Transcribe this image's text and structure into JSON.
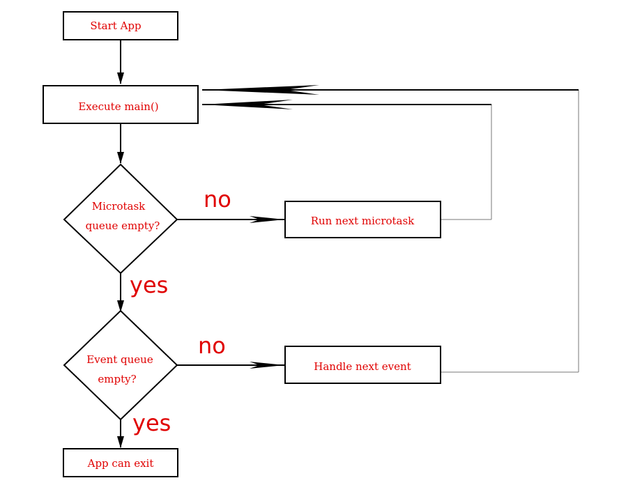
{
  "nodes": {
    "start": "Start App",
    "execute": "Execute main()",
    "microtask_q": [
      "Microtask",
      "queue empty?"
    ],
    "run_microtask": "Run next microtask",
    "event_q": [
      "Event queue",
      "empty?"
    ],
    "handle_event": "Handle next event",
    "exit": "App can exit"
  },
  "edge_labels": {
    "microtask_no": "no",
    "microtask_yes": "yes",
    "event_no": "no",
    "event_yes": "yes"
  }
}
